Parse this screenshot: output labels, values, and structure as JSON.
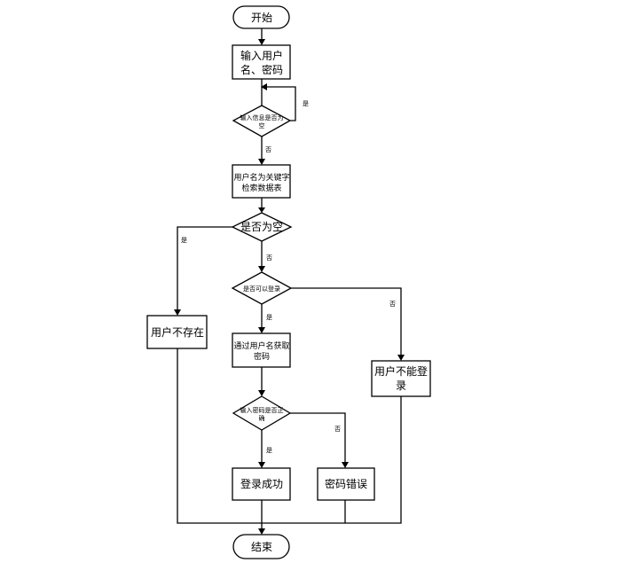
{
  "flowchart": {
    "start": "开始",
    "input_credentials": [
      "输入用户",
      "名、密码"
    ],
    "check_info_empty": [
      "输入信息是否为",
      "空"
    ],
    "search_by_username": [
      "用户名为关键字",
      "检索数据表"
    ],
    "check_result_empty": "是否为空",
    "user_not_exist": "用户不存在",
    "check_can_login": "是否可以登录",
    "get_password": [
      "通过用户名获取",
      "密码"
    ],
    "cannot_login": [
      "用户不能登",
      "录"
    ],
    "check_password_correct": [
      "输入密码是否正",
      "确"
    ],
    "login_success": "登录成功",
    "password_error": "密码错误",
    "end": "结束"
  },
  "branch_labels": {
    "info_empty_yes": "是",
    "info_empty_no": "否",
    "result_empty_yes": "是",
    "result_empty_no": "否",
    "can_login_yes": "是",
    "can_login_no": "否",
    "password_correct_yes": "是",
    "password_correct_no": "否"
  }
}
